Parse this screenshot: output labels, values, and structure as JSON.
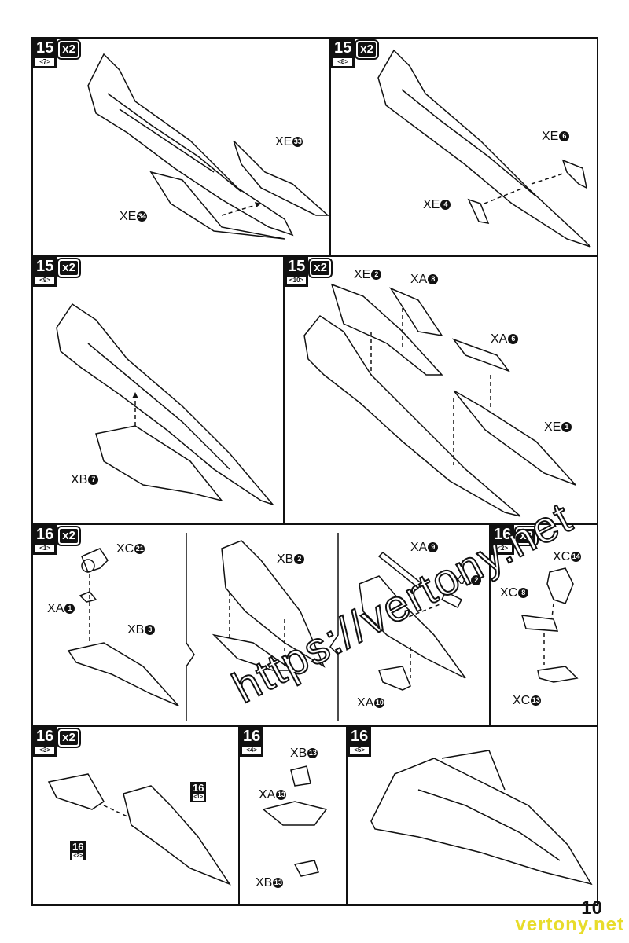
{
  "page": {
    "number": "10",
    "site": "vertony.net",
    "watermark": "https://vertony.net"
  },
  "panels": [
    {
      "step": "15",
      "sub": "7",
      "mult": "x2",
      "labels": [
        {
          "text": "XE",
          "badge": "33"
        },
        {
          "text": "XE",
          "badge": "34"
        }
      ]
    },
    {
      "step": "15",
      "sub": "8",
      "mult": "x2",
      "labels": [
        {
          "text": "XE",
          "badge": "6"
        },
        {
          "text": "XE",
          "badge": "4"
        }
      ]
    },
    {
      "step": "15",
      "sub": "9",
      "mult": "x2",
      "labels": [
        {
          "text": "XB",
          "badge": "7"
        }
      ]
    },
    {
      "step": "15",
      "sub": "10",
      "mult": "x2",
      "labels": [
        {
          "text": "XE",
          "badge": "2"
        },
        {
          "text": "XA",
          "badge": "8"
        },
        {
          "text": "XA",
          "badge": "6"
        },
        {
          "text": "XE",
          "badge": "1"
        }
      ]
    },
    {
      "step": "16",
      "sub": "1",
      "mult": "x2",
      "labels": [
        {
          "text": "XC",
          "badge": "21"
        },
        {
          "text": "XA",
          "badge": "1"
        },
        {
          "text": "XB",
          "badge": "3"
        },
        {
          "text": "XB",
          "badge": "2"
        },
        {
          "text": "XA",
          "badge": "9"
        },
        {
          "text": "XA",
          "badge": "2"
        },
        {
          "text": "XA",
          "badge": "10"
        }
      ]
    },
    {
      "step": "16",
      "sub": "2",
      "mult": "x2",
      "labels": [
        {
          "text": "XC",
          "badge": "14"
        },
        {
          "text": "XC",
          "badge": "8"
        },
        {
          "text": "XC",
          "badge": "13"
        }
      ]
    },
    {
      "step": "16",
      "sub": "3",
      "mult": "x2",
      "refs": [
        {
          "num": "16",
          "sub": "1"
        },
        {
          "num": "16",
          "sub": "2"
        }
      ]
    },
    {
      "step": "16",
      "sub": "4",
      "mult": "",
      "labels": [
        {
          "text": "XB",
          "badge": "13"
        },
        {
          "text": "XA",
          "badge": "13"
        },
        {
          "text": "XB",
          "badge": "13"
        }
      ]
    },
    {
      "step": "16",
      "sub": "5",
      "mult": ""
    }
  ]
}
